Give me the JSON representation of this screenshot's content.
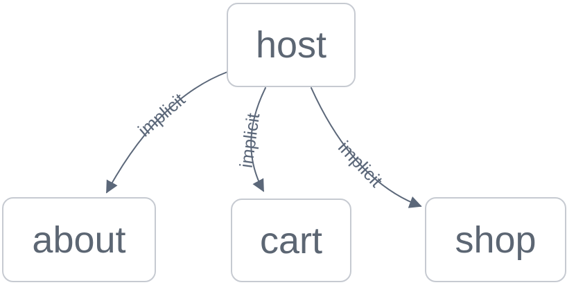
{
  "diagram": {
    "type": "dependency-graph",
    "colors": {
      "background": "#ffffff",
      "node_border": "#c6cad1",
      "node_text": "#5c6673",
      "edge": "#5b6779"
    },
    "nodes": [
      {
        "id": "host",
        "label": "host"
      },
      {
        "id": "about",
        "label": "about"
      },
      {
        "id": "cart",
        "label": "cart"
      },
      {
        "id": "shop",
        "label": "shop"
      }
    ],
    "edges": [
      {
        "from": "host",
        "to": "about",
        "label": "implicit"
      },
      {
        "from": "host",
        "to": "cart",
        "label": "implicit"
      },
      {
        "from": "host",
        "to": "shop",
        "label": "implicit"
      }
    ]
  }
}
